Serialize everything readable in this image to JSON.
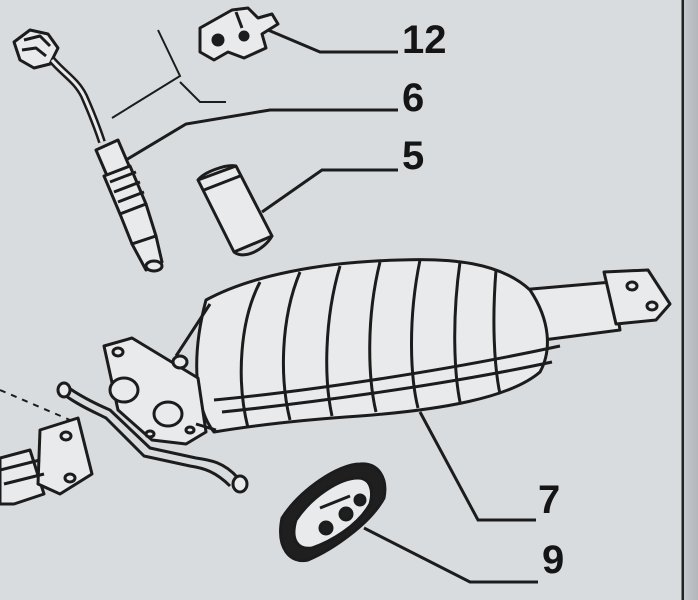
{
  "callouts": {
    "c12": "12",
    "c6": "6",
    "c5": "5",
    "c7": "7",
    "c9": "9"
  },
  "colors": {
    "paper": "#d9dcdf",
    "ink": "#1c1c1c"
  }
}
